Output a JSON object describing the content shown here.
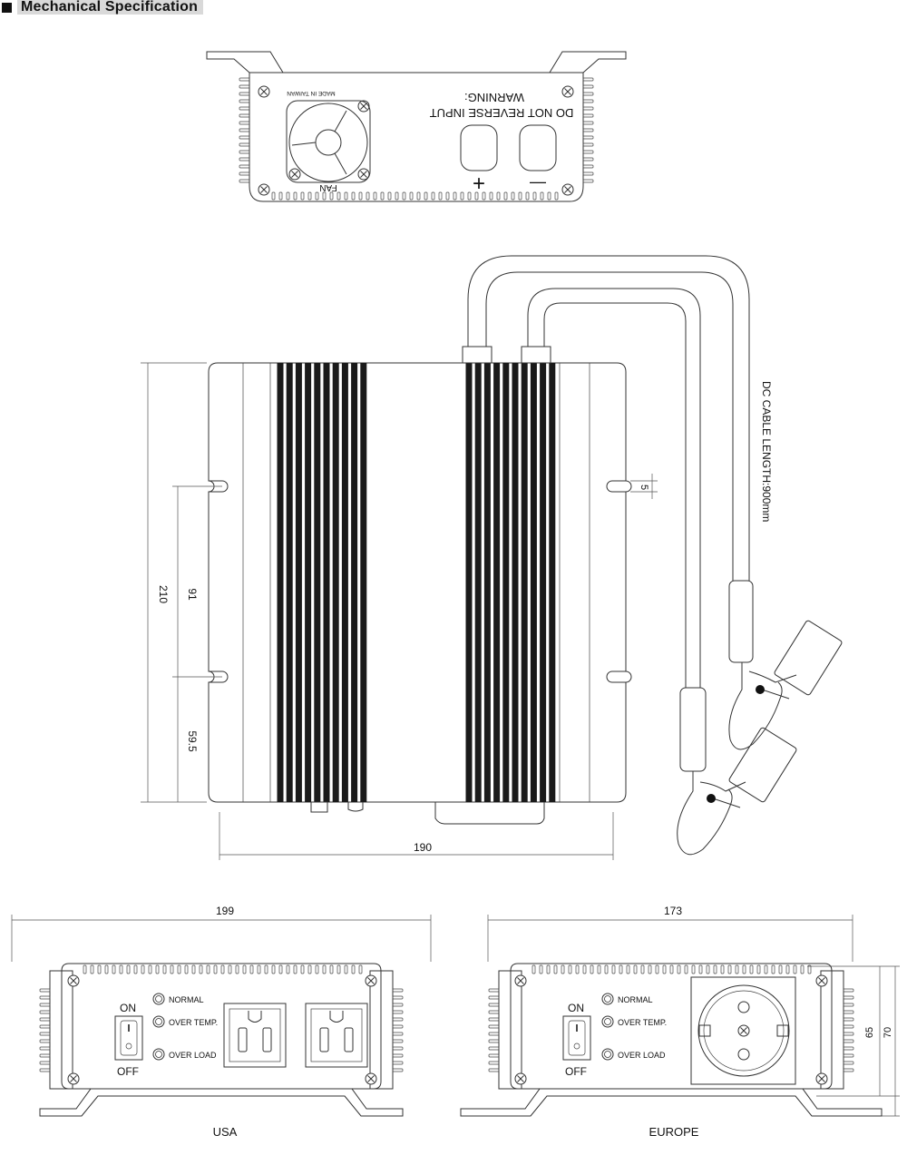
{
  "header": {
    "title": "Mechanical Specification"
  },
  "top_view": {
    "warning_line1": "WARNING:",
    "warning_line2": "DO NOT REVERSE INPUT",
    "made_in": "MADE IN TAIWAN",
    "fan_label": "FAN",
    "plus_label": "+",
    "minus_label": "—"
  },
  "main_view": {
    "cable_label": "DC CABLE LENGTH:900mm",
    "dim_height": "210",
    "dim_91": "91",
    "dim_59_5": "59.5",
    "dim_5": "5",
    "dim_width": "190"
  },
  "usa_view": {
    "dim_width": "199",
    "on_label": "ON",
    "off_label": "OFF",
    "normal_label": "NORMAL",
    "over_temp_label": "OVER TEMP.",
    "over_load_label": "OVER LOAD",
    "caption": "USA"
  },
  "europe_view": {
    "dim_width": "173",
    "dim_65": "65",
    "dim_70": "70",
    "on_label": "ON",
    "off_label": "OFF",
    "normal_label": "NORMAL",
    "over_temp_label": "OVER TEMP.",
    "over_load_label": "OVER LOAD",
    "caption": "EUROPE"
  }
}
